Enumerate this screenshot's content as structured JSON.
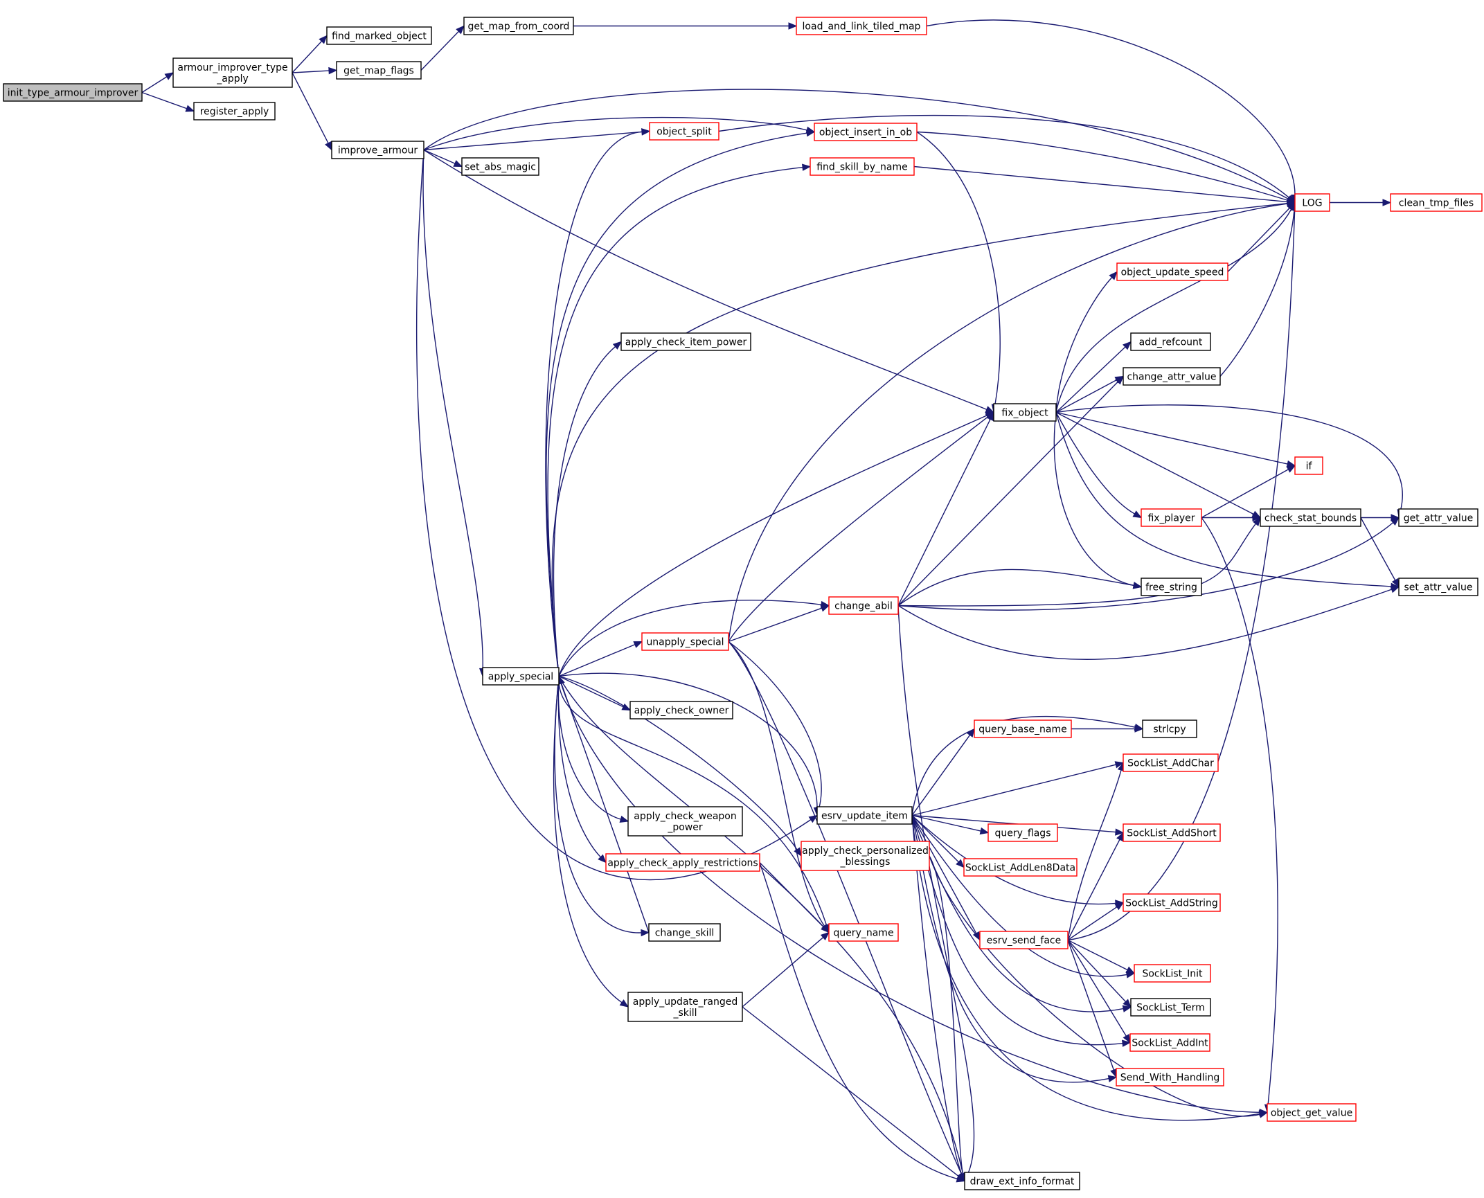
{
  "colors": {
    "edge": "#191970",
    "highlight_border": "#ff0000",
    "root_fill": "#bfbfbf"
  },
  "nodes": {
    "root": {
      "lines": [
        "init_type_armour_improver"
      ]
    },
    "armour_improver_type_apply": {
      "lines": [
        "armour_improver_type",
        "_apply"
      ]
    },
    "register_apply": {
      "lines": [
        "register_apply"
      ]
    },
    "find_marked_object": {
      "lines": [
        "find_marked_object"
      ]
    },
    "get_map_flags": {
      "lines": [
        "get_map_flags"
      ]
    },
    "get_map_from_coord": {
      "lines": [
        "get_map_from_coord"
      ]
    },
    "load_and_link_tiled_map": {
      "lines": [
        "load_and_link_tiled_map"
      ]
    },
    "improve_armour": {
      "lines": [
        "improve_armour"
      ]
    },
    "object_split": {
      "lines": [
        "object_split"
      ]
    },
    "object_insert_in_ob": {
      "lines": [
        "object_insert_in_ob"
      ]
    },
    "set_abs_magic": {
      "lines": [
        "set_abs_magic"
      ]
    },
    "find_skill_by_name": {
      "lines": [
        "find_skill_by_name"
      ]
    },
    "LOG": {
      "lines": [
        "LOG"
      ]
    },
    "clean_tmp_files": {
      "lines": [
        "clean_tmp_files"
      ]
    },
    "object_update_speed": {
      "lines": [
        "object_update_speed"
      ]
    },
    "add_refcount": {
      "lines": [
        "add_refcount"
      ]
    },
    "change_attr_value": {
      "lines": [
        "change_attr_value"
      ]
    },
    "apply_check_item_power": {
      "lines": [
        "apply_check_item_power"
      ]
    },
    "fix_object": {
      "lines": [
        "fix_object"
      ]
    },
    "if": {
      "lines": [
        "if"
      ]
    },
    "fix_player": {
      "lines": [
        "fix_player"
      ]
    },
    "check_stat_bounds": {
      "lines": [
        "check_stat_bounds"
      ]
    },
    "get_attr_value": {
      "lines": [
        "get_attr_value"
      ]
    },
    "free_string": {
      "lines": [
        "free_string"
      ]
    },
    "set_attr_value": {
      "lines": [
        "set_attr_value"
      ]
    },
    "change_abil": {
      "lines": [
        "change_abil"
      ]
    },
    "unapply_special": {
      "lines": [
        "unapply_special"
      ]
    },
    "apply_special": {
      "lines": [
        "apply_special"
      ]
    },
    "apply_check_owner": {
      "lines": [
        "apply_check_owner"
      ]
    },
    "query_base_name": {
      "lines": [
        "query_base_name"
      ]
    },
    "strlcpy": {
      "lines": [
        "strlcpy"
      ]
    },
    "SockList_AddChar": {
      "lines": [
        "SockList_AddChar"
      ]
    },
    "esrv_update_item": {
      "lines": [
        "esrv_update_item"
      ]
    },
    "apply_check_weapon_power": {
      "lines": [
        "apply_check_weapon",
        "_power"
      ]
    },
    "query_flags": {
      "lines": [
        "query_flags"
      ]
    },
    "SockList_AddShort": {
      "lines": [
        "SockList_AddShort"
      ]
    },
    "apply_check_personalized_blessings": {
      "lines": [
        "apply_check_personalized",
        "_blessings"
      ]
    },
    "apply_check_apply_restrictions": {
      "lines": [
        "apply_check_apply_restrictions"
      ]
    },
    "SockList_AddLen8Data": {
      "lines": [
        "SockList_AddLen8Data"
      ]
    },
    "SockList_AddString": {
      "lines": [
        "SockList_AddString"
      ]
    },
    "change_skill": {
      "lines": [
        "change_skill"
      ]
    },
    "query_name": {
      "lines": [
        "query_name"
      ]
    },
    "esrv_send_face": {
      "lines": [
        "esrv_send_face"
      ]
    },
    "SockList_Init": {
      "lines": [
        "SockList_Init"
      ]
    },
    "apply_update_ranged_skill": {
      "lines": [
        "apply_update_ranged",
        "_skill"
      ]
    },
    "SockList_Term": {
      "lines": [
        "SockList_Term"
      ]
    },
    "SockList_AddInt": {
      "lines": [
        "SockList_AddInt"
      ]
    },
    "Send_With_Handling": {
      "lines": [
        "Send_With_Handling"
      ]
    },
    "object_get_value": {
      "lines": [
        "object_get_value"
      ]
    },
    "draw_ext_info_format": {
      "lines": [
        "draw_ext_info_format"
      ]
    }
  }
}
